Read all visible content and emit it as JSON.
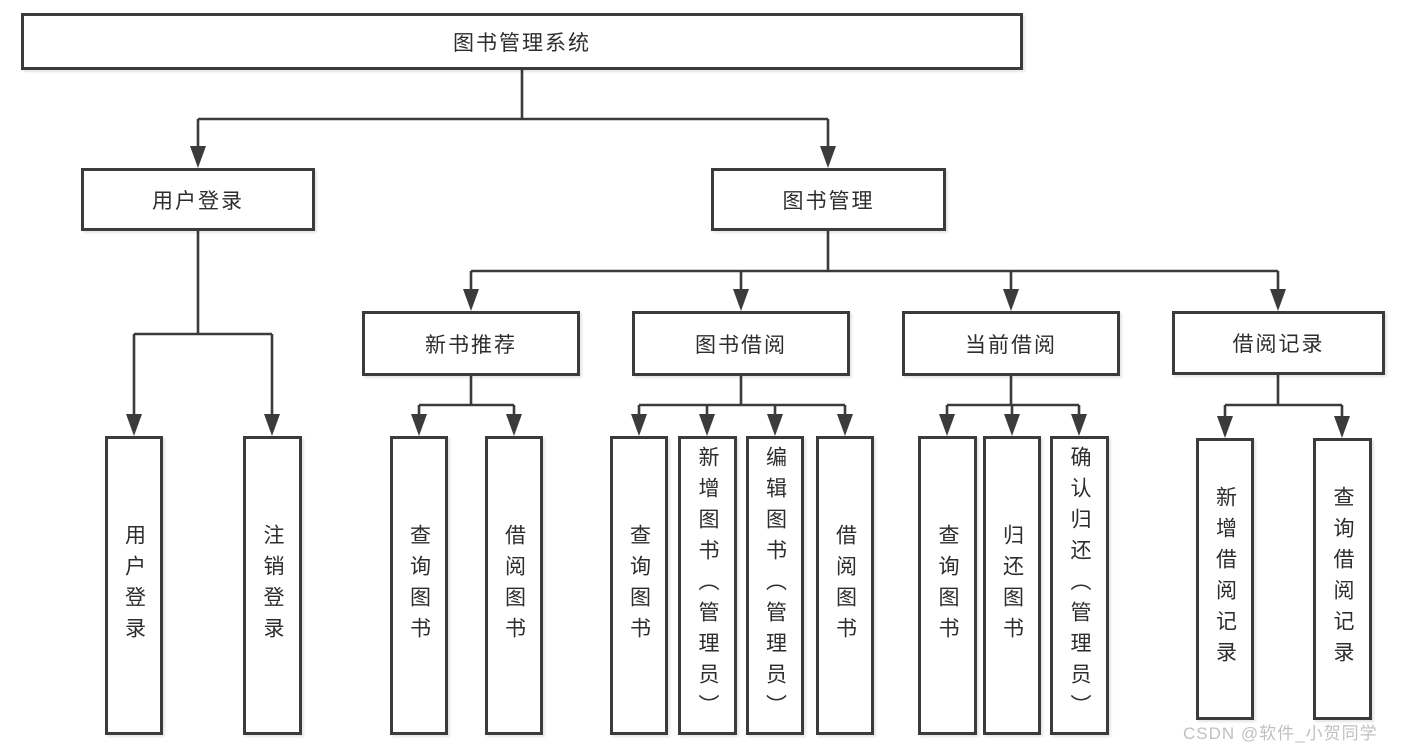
{
  "diagram": {
    "type": "tree",
    "root": {
      "label": "图书管理系统"
    },
    "branches": [
      {
        "label": "用户登录",
        "children": [
          {
            "label": "用户登录"
          },
          {
            "label": "注销登录"
          }
        ]
      },
      {
        "label": "图书管理",
        "children": [
          {
            "label": "新书推荐",
            "children": [
              {
                "label": "查询图书"
              },
              {
                "label": "借阅图书"
              }
            ]
          },
          {
            "label": "图书借阅",
            "children": [
              {
                "label": "查询图书"
              },
              {
                "label": "新增图书（管理员）"
              },
              {
                "label": "编辑图书（管理员）"
              },
              {
                "label": "借阅图书"
              }
            ]
          },
          {
            "label": "当前借阅",
            "children": [
              {
                "label": "查询图书"
              },
              {
                "label": "归还图书"
              },
              {
                "label": "确认归还（管理员）"
              }
            ]
          },
          {
            "label": "借阅记录",
            "children": [
              {
                "label": "新增借阅记录"
              },
              {
                "label": "查询借阅记录"
              }
            ]
          }
        ]
      }
    ]
  },
  "colors": {
    "line": "#3b3b3b",
    "text": "#2d2d2d",
    "watermark": "#c1c0c0",
    "background": "#ffffff"
  },
  "watermark": {
    "text": "CSDN @软件_小贺同学"
  }
}
